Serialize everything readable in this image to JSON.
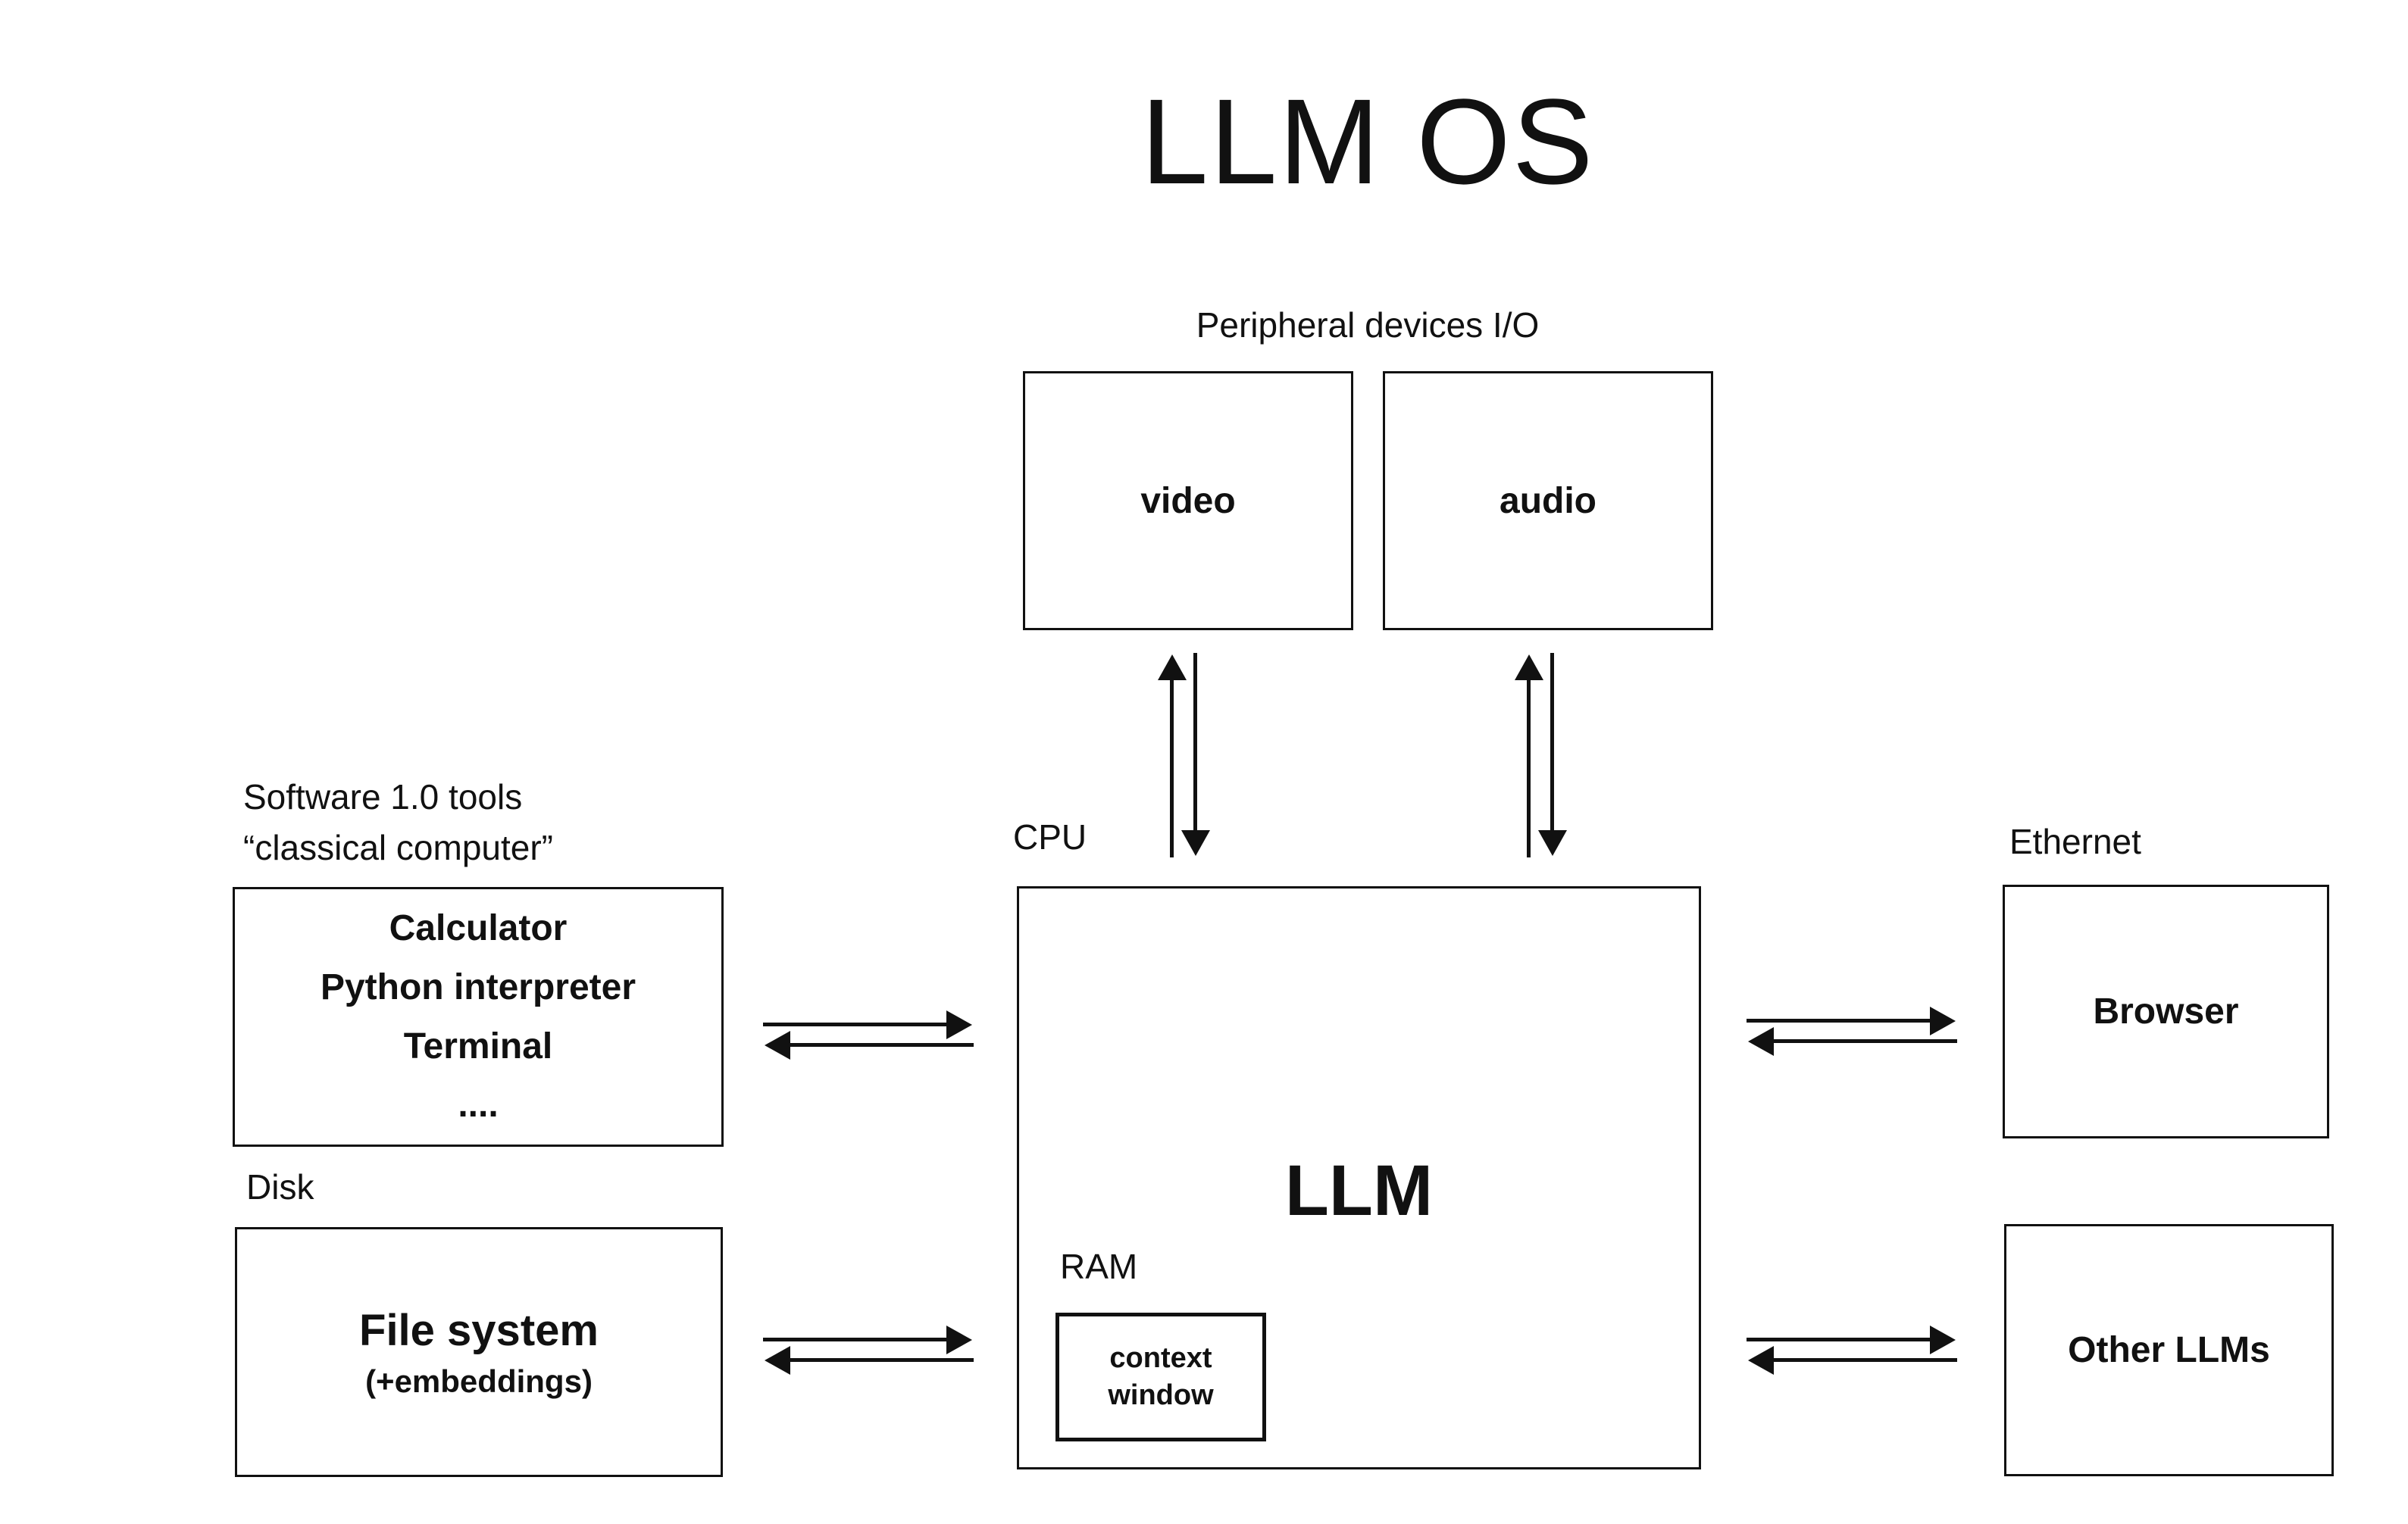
{
  "title": "LLM OS",
  "colors": {
    "ink": "#111111",
    "bg": "#ffffff"
  },
  "peripheral": {
    "label": "Peripheral devices I/O",
    "video": "video",
    "audio": "audio"
  },
  "cpu": {
    "label": "CPU",
    "name": "LLM",
    "ram_label": "RAM",
    "context_window_line1": "context",
    "context_window_line2": "window"
  },
  "software_tools": {
    "label_line1": "Software 1.0 tools",
    "label_line2": "“classical computer”",
    "items": [
      "Calculator",
      "Python interpreter",
      "Terminal",
      "...."
    ]
  },
  "disk": {
    "label": "Disk",
    "box_title": "File system",
    "box_subtitle": "(+embeddings)"
  },
  "network": {
    "label": "Ethernet",
    "browser": "Browser",
    "other_llms": "Other LLMs"
  }
}
